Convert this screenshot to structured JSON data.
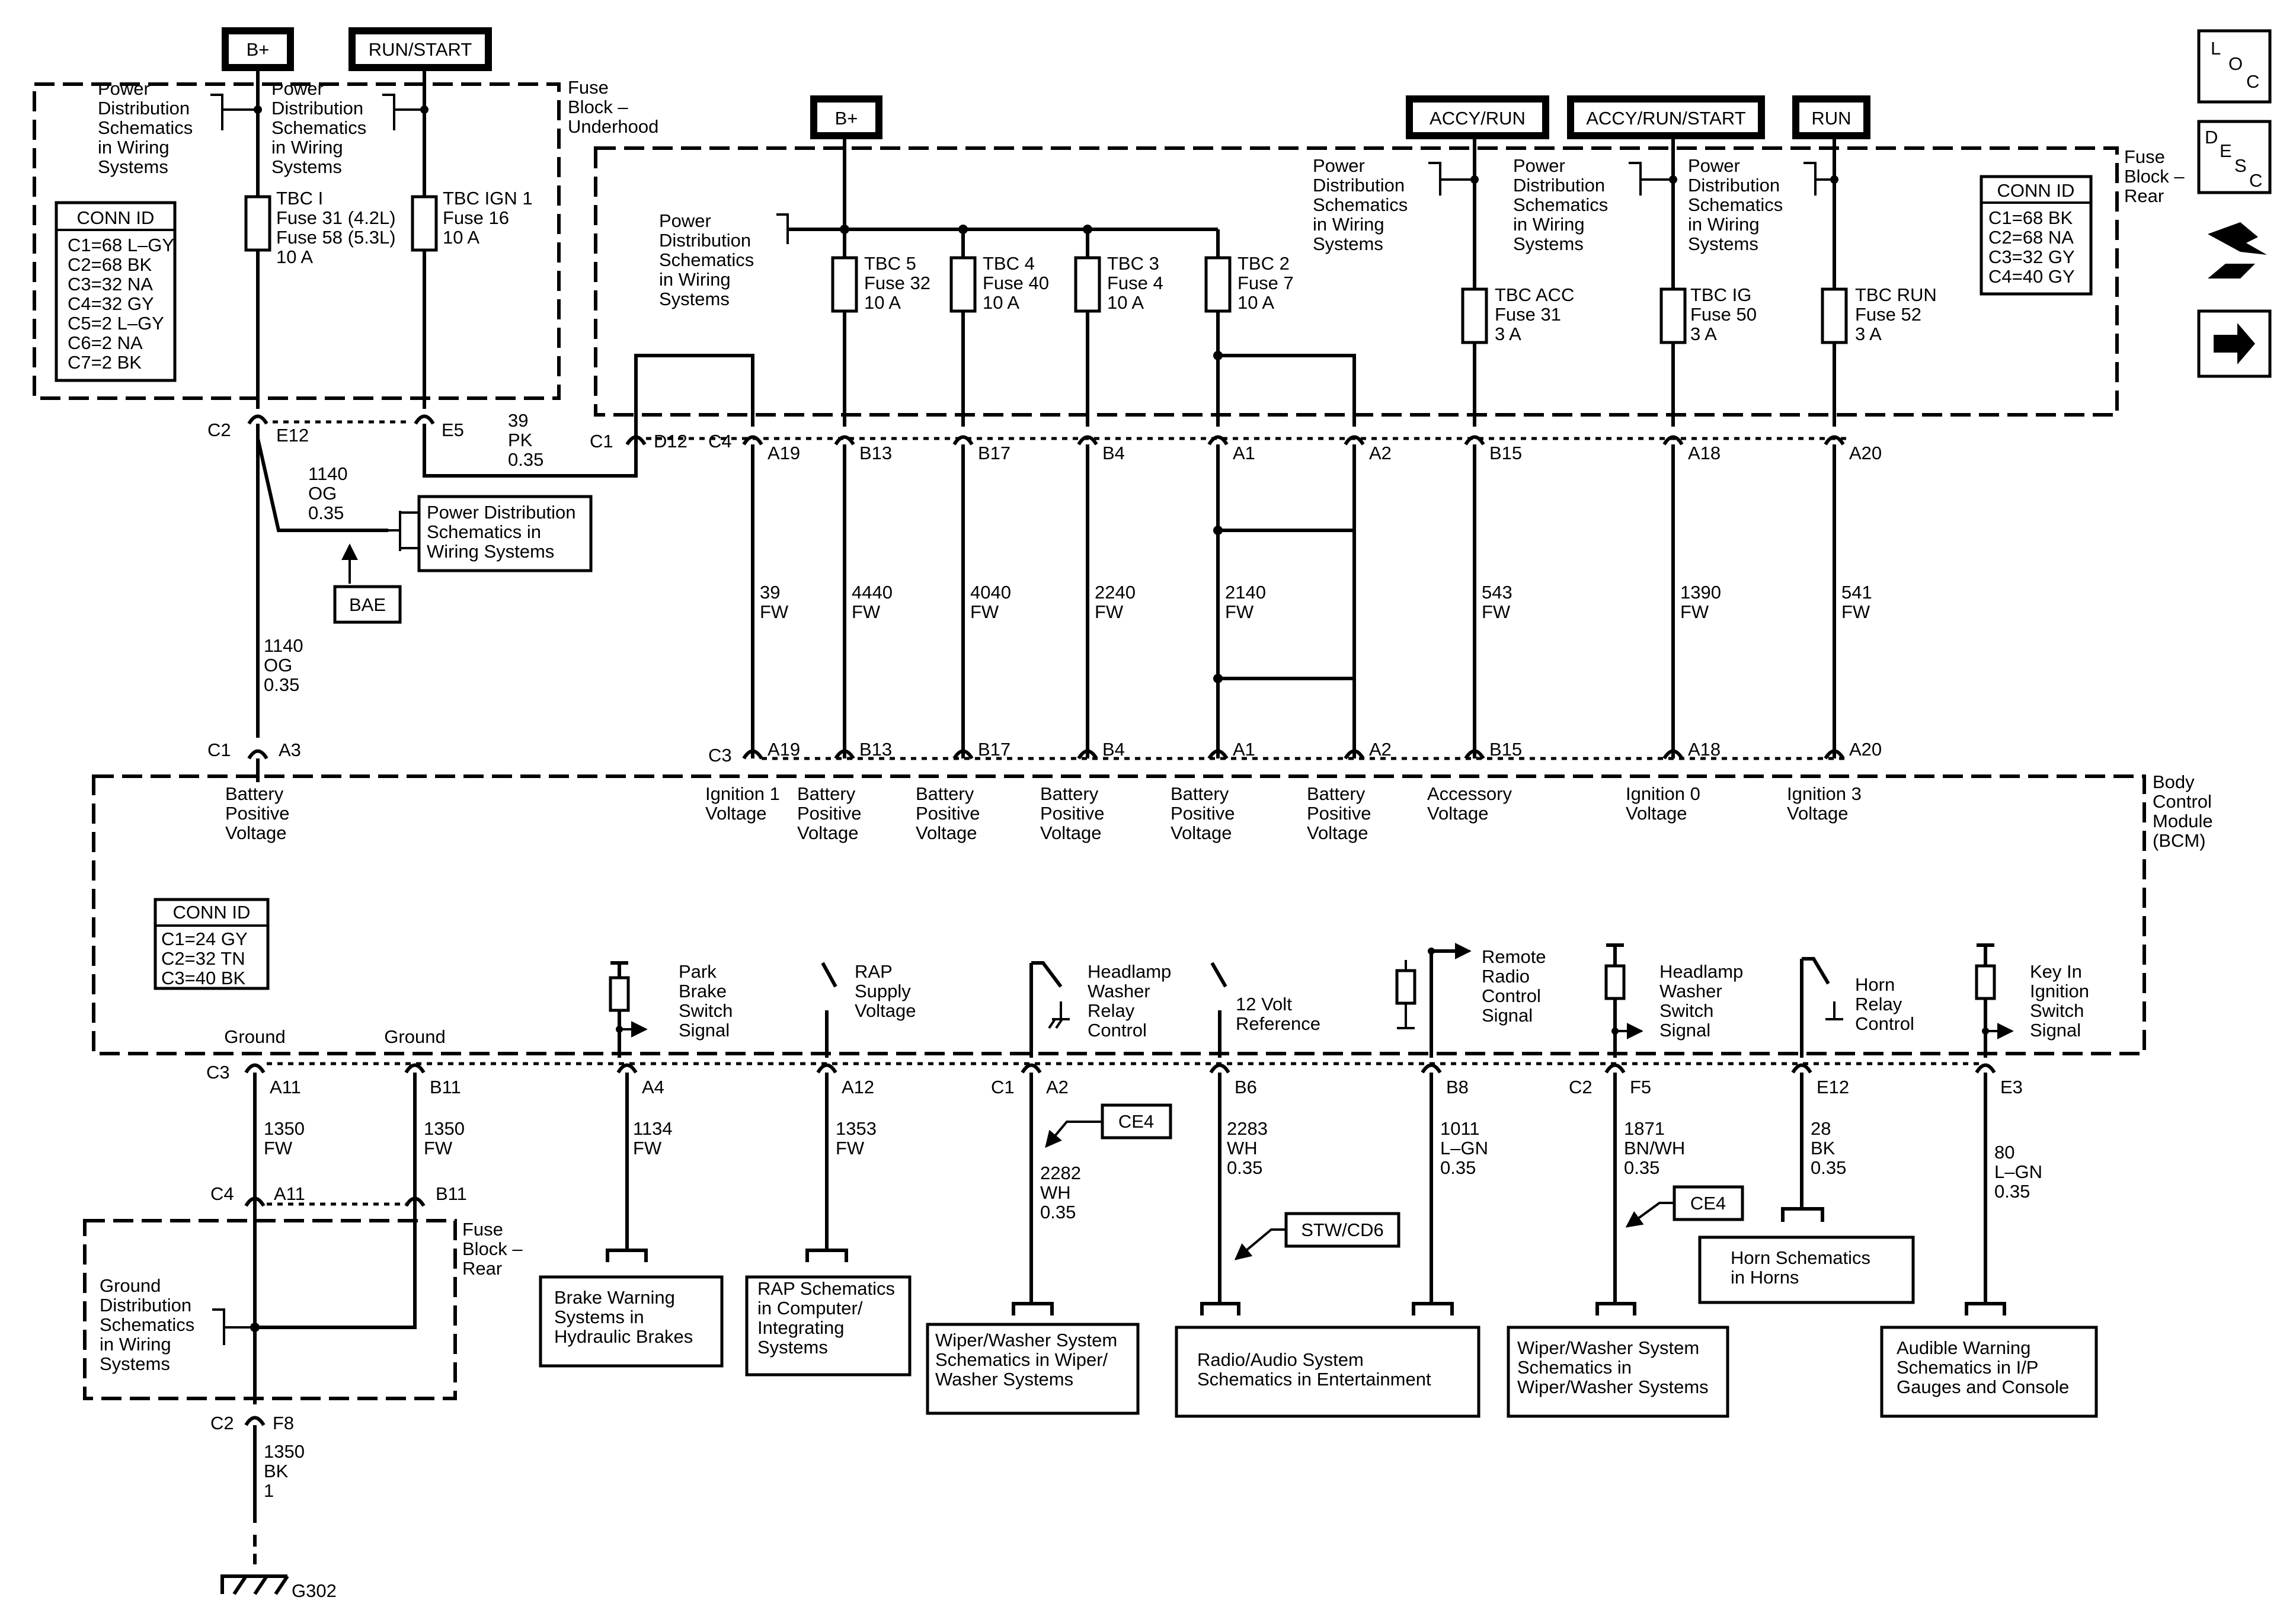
{
  "power_sources": {
    "bplus_left": "B+",
    "run_start": "RUN/START",
    "bplus_rear": "B+",
    "accy_run": "ACCY/RUN",
    "accy_run_start": "ACCY/RUN/START",
    "run": "RUN"
  },
  "fuse_block_underhood": {
    "title": [
      "Fuse",
      "Block –",
      "Underhood"
    ],
    "pds_ref": [
      "Power",
      "Distribution",
      "Schematics",
      "in Wiring",
      "Systems"
    ],
    "conn_id_title": "CONN ID",
    "conn_ids": [
      "C1=68 L–GY",
      "C2=68 BK",
      "C3=32 NA",
      "C4=32 GY",
      "C5=2 L–GY",
      "C6=2 NA",
      "C7=2 BK"
    ],
    "fuse_tbci": [
      "TBC I",
      "Fuse 31 (4.2L)",
      "Fuse 58 (5.3L)",
      "10 A"
    ],
    "fuse_tbcign": [
      "TBC IGN 1",
      "Fuse 16",
      "10 A"
    ]
  },
  "fuse_block_rear": {
    "title": [
      "Fuse",
      "Block –",
      "Rear"
    ],
    "pds_ref": [
      "Power",
      "Distribution",
      "Schematics",
      "in Wiring",
      "Systems"
    ],
    "conn_id_title": "CONN ID",
    "conn_ids": [
      "C1=68 BK",
      "C2=68 NA",
      "C3=32 GY",
      "C4=40 GY"
    ],
    "fuses": [
      [
        "TBC 5",
        "Fuse 32",
        "10 A"
      ],
      [
        "TBC 4",
        "Fuse 40",
        "10 A"
      ],
      [
        "TBC 3",
        "Fuse 4",
        "10 A"
      ],
      [
        "TBC 2",
        "Fuse 7",
        "10 A"
      ],
      [
        "TBC ACC",
        "Fuse 31",
        "3 A"
      ],
      [
        "TBC IG",
        "Fuse 50",
        "3 A"
      ],
      [
        "TBC RUN",
        "Fuse 52",
        "3 A"
      ]
    ]
  },
  "connectors": {
    "c2": "C2",
    "e12": "E12",
    "e5": "E5",
    "c1": "C1",
    "d12": "D12",
    "c4": "C4",
    "a19": "A19",
    "b13": "B13",
    "b17": "B17",
    "b4": "B4",
    "a1": "A1",
    "a2": "A2",
    "b15": "B15",
    "a18": "A18",
    "a20": "A20",
    "c3": "C3",
    "a3": "A3",
    "a11": "A11",
    "b11": "B11",
    "a4": "A4",
    "a12": "A12",
    "b6": "B6",
    "b8": "B8",
    "f5": "F5",
    "e3": "E3",
    "f8": "F8"
  },
  "wires": {
    "w1140_top": [
      "1140",
      "OG",
      "0.35"
    ],
    "w39_pk": [
      "39",
      "PK",
      "0.35"
    ],
    "w1140_bcm": [
      "1140",
      "OG",
      "0.35"
    ],
    "w39": [
      "39",
      "FW"
    ],
    "w4440": [
      "4440",
      "FW"
    ],
    "w4040": [
      "4040",
      "FW"
    ],
    "w2240": [
      "2240",
      "FW"
    ],
    "w2140": [
      "2140",
      "FW"
    ],
    "w543": [
      "543",
      "FW"
    ],
    "w1390": [
      "1390",
      "FW"
    ],
    "w541": [
      "541",
      "FW"
    ],
    "w1350a": [
      "1350",
      "FW"
    ],
    "w1350b": [
      "1350",
      "FW"
    ],
    "w1134": [
      "1134",
      "FW"
    ],
    "w1353": [
      "1353",
      "FW"
    ],
    "w2282": [
      "2282",
      "WH",
      "0.35"
    ],
    "w2283": [
      "2283",
      "WH",
      "0.35"
    ],
    "w1011": [
      "1011",
      "L–GN",
      "0.35"
    ],
    "w1871": [
      "1871",
      "BN/WH",
      "0.35"
    ],
    "w28": [
      "28",
      "BK",
      "0.35"
    ],
    "w80": [
      "80",
      "L–GN",
      "0.35"
    ],
    "w1350_gnd": [
      "1350",
      "BK",
      "1"
    ]
  },
  "bcm": {
    "title": [
      "Body",
      "Control",
      "Module",
      "(BCM)"
    ],
    "conn_id_title": "CONN ID",
    "conn_ids": [
      "C1=24 GY",
      "C2=32 TN",
      "C3=40 BK"
    ],
    "inputs": {
      "a3": [
        "Battery",
        "Positive",
        "Voltage"
      ],
      "a19": [
        "Ignition 1",
        "Voltage"
      ],
      "b13": [
        "Battery",
        "Positive",
        "Voltage"
      ],
      "b17": [
        "Battery",
        "Positive",
        "Voltage"
      ],
      "b4": [
        "Battery",
        "Positive",
        "Voltage"
      ],
      "a1": [
        "Battery",
        "Positive",
        "Voltage"
      ],
      "a2": [
        "Battery",
        "Positive",
        "Voltage"
      ],
      "b15": [
        "Accessory",
        "Voltage"
      ],
      "a18": [
        "Ignition 0",
        "Voltage"
      ],
      "a20": [
        "Ignition 3",
        "Voltage"
      ]
    },
    "outputs": {
      "ground1": "Ground",
      "ground2": "Ground",
      "park_brake": [
        "Park",
        "Brake",
        "Switch",
        "Signal"
      ],
      "rap_supply": [
        "RAP",
        "Supply",
        "Voltage"
      ],
      "hl_washer_relay": [
        "Headlamp",
        "Washer",
        "Relay",
        "Control"
      ],
      "ref12v": [
        "12 Volt",
        "Reference"
      ],
      "remote_radio": [
        "Remote",
        "Radio",
        "Control",
        "Signal"
      ],
      "hl_washer_switch": [
        "Headlamp",
        "Washer",
        "Switch",
        "Signal"
      ],
      "horn_relay": [
        "Horn",
        "Relay",
        "Control"
      ],
      "key_in": [
        "Key In",
        "Ignition",
        "Switch",
        "Signal"
      ]
    }
  },
  "references": {
    "pds_box": [
      "Power Distribution",
      "Schematics in",
      "Wiring Systems"
    ],
    "bae": "BAE",
    "ce4a": "CE4",
    "ce4b": "CE4",
    "stw": "STW/CD6",
    "brake": [
      "Brake Warning",
      "Systems in",
      "Hydraulic Brakes"
    ],
    "rap": [
      "RAP Schematics",
      "in Computer/",
      "Integrating",
      "Systems"
    ],
    "wiper1": [
      "Wiper/Washer System",
      "Schematics in Wiper/",
      "Washer Systems"
    ],
    "radio": [
      "Radio/Audio System",
      "Schematics in Entertainment"
    ],
    "wiper2": [
      "Wiper/Washer System",
      "Schematics in",
      "Wiper/Washer Systems"
    ],
    "horn": [
      "Horn Schematics",
      "in Horns"
    ],
    "audible": [
      "Audible Warning",
      "Schematics in I/P",
      "Gauges and Console"
    ],
    "gds": [
      "Ground",
      "Distribution",
      "Schematics",
      "in Wiring",
      "Systems"
    ],
    "fuse_rear_lower": [
      "Fuse",
      "Block –",
      "Rear"
    ],
    "ground_id": "G302"
  },
  "side_icons": {
    "loc": [
      "L",
      "O",
      "C"
    ],
    "desc": [
      "D",
      "E",
      "S",
      "C"
    ],
    "icons": [
      "wiring-harness-icon",
      "next-arrow-icon"
    ]
  }
}
